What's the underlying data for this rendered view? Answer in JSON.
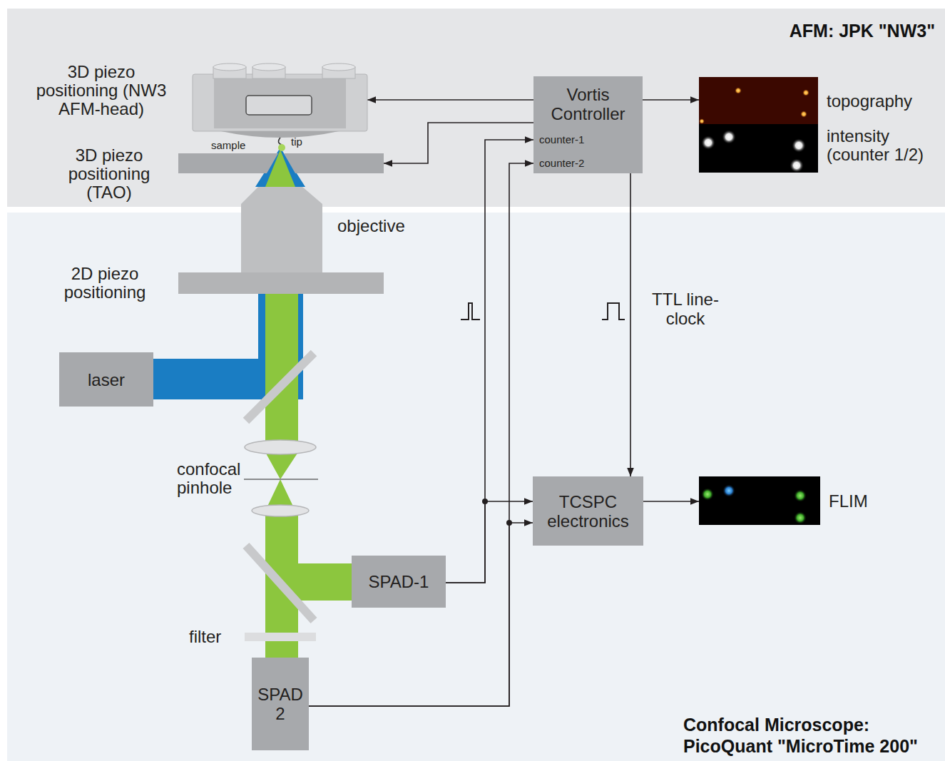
{
  "diagram": {
    "nodes": [
      {
        "text": [
          "AFM: JPK \"NW3\""
        ]
      },
      {
        "text": [
          "3D piezo positioning (NW3 AFM-head)"
        ],
        "in": 0
      },
      {
        "text": [
          "3D piezo positioning (TAO)"
        ],
        "in": 0
      },
      {
        "text": [
          "Vortis Controller",
          "counter-1",
          "counter-2"
        ],
        "in": 0
      },
      {
        "text": [
          "topography"
        ],
        "in": 0
      },
      {
        "text": [
          "intensity (counter 1/2)"
        ],
        "in": 0
      },
      {
        "text": [
          "Confocal Microscope: PicoQuant \"MicroTime 200\""
        ]
      },
      {
        "text": [
          "laser"
        ],
        "in": 6
      },
      {
        "text": [
          "SPAD-1"
        ],
        "in": 6
      },
      {
        "text": [
          "SPAD 2"
        ],
        "in": 6
      },
      {
        "text": [
          "TCSPC electronics"
        ],
        "in": 6
      },
      {
        "text": [
          "FLIM"
        ],
        "in": 6
      }
    ],
    "edges": [
      {
        "from": 3,
        "to": 1,
        "arrow": "to"
      },
      {
        "from": 3,
        "to": 2,
        "arrow": "to"
      },
      {
        "from": 3,
        "to": 4,
        "arrow": "to"
      },
      {
        "from": 8,
        "to": 3,
        "arrow": "to"
      },
      {
        "from": 8,
        "to": 10,
        "arrow": "to"
      },
      {
        "from": 9,
        "to": 3,
        "arrow": "to"
      },
      {
        "from": 9,
        "to": 10,
        "arrow": "to"
      },
      {
        "from": 3,
        "to": 10,
        "label": "TTL line-clock",
        "arrow": "to"
      },
      {
        "from": 10,
        "to": 11,
        "arrow": "to"
      }
    ],
    "labels": [
      "sample",
      "tip",
      "objective",
      "2D piezo positioning",
      "confocal pinhole",
      "filter"
    ]
  }
}
